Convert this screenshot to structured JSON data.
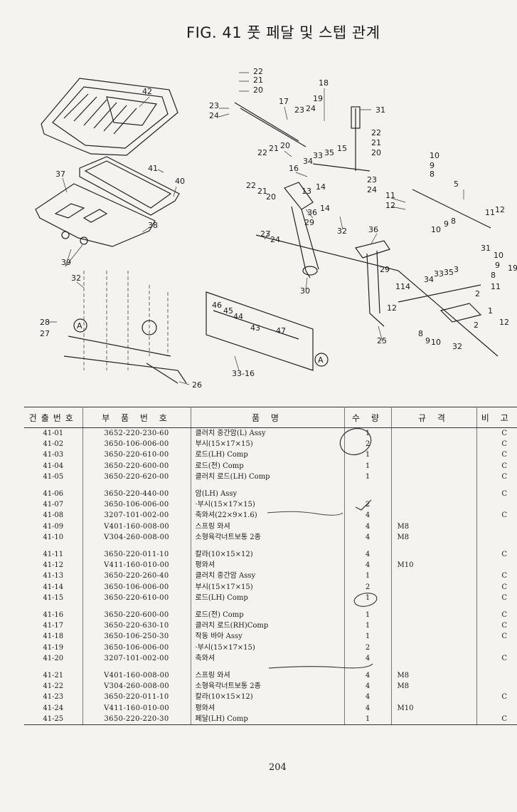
{
  "title": "FIG. 41 풋 페달 및 스텝 관계",
  "table": {
    "headers": [
      "건출번호",
      "부 품 번 호",
      "품 명",
      "수 량",
      "규 격",
      "비 고"
    ],
    "groups": [
      [
        {
          "no": "41-01",
          "part": "3652-220-230-60",
          "name": "클러치 중간암(L) Assy",
          "qty": "1",
          "spec": "",
          "remark": "C"
        },
        {
          "no": "41-02",
          "part": "3650-106-006-00",
          "name": "부시(15×17×15)",
          "qty": "2",
          "spec": "",
          "remark": "C"
        },
        {
          "no": "41-03",
          "part": "3650-220-610-00",
          "name": "로드(LH) Comp",
          "qty": "1",
          "spec": "",
          "remark": "C"
        },
        {
          "no": "41-04",
          "part": "3650-220-600-00",
          "name": "로드(전) Comp",
          "qty": "1",
          "spec": "",
          "remark": "C"
        },
        {
          "no": "41-05",
          "part": "3650-220-620-00",
          "name": "클러치 로드(LH) Comp",
          "qty": "1",
          "spec": "",
          "remark": "C"
        }
      ],
      [
        {
          "no": "41-06",
          "part": "3650-220-440-00",
          "name": "암(LH) Assy",
          "qty": "",
          "spec": "",
          "remark": "C"
        },
        {
          "no": "41-07",
          "part": "3650-106-006-00",
          "name": "·부시(15×17×15)",
          "qty": "2",
          "spec": "",
          "remark": ""
        },
        {
          "no": "41-08",
          "part": "3207-101-002-00",
          "name": "축와셔(22×9×1.6)",
          "qty": "4",
          "spec": "",
          "remark": "C"
        },
        {
          "no": "41-09",
          "part": "V401-160-008-00",
          "name": "스프링 와셔",
          "qty": "4",
          "spec": "M8",
          "remark": ""
        },
        {
          "no": "41-10",
          "part": "V304-260-008-00",
          "name": "소형육각너트보통 2종",
          "qty": "4",
          "spec": "M8",
          "remark": ""
        }
      ],
      [
        {
          "no": "41-11",
          "part": "3650-220-011-10",
          "name": "칼라(10×15×12)",
          "qty": "4",
          "spec": "",
          "remark": "C"
        },
        {
          "no": "41-12",
          "part": "V411-160-010-00",
          "name": "평와셔",
          "qty": "4",
          "spec": "M10",
          "remark": ""
        },
        {
          "no": "41-13",
          "part": "3650-220-260-40",
          "name": "클러치 중간암 Assy",
          "qty": "1",
          "spec": "",
          "remark": "C"
        },
        {
          "no": "41-14",
          "part": "3650-106-006-00",
          "name": "부시(15×17×15)",
          "qty": "2",
          "spec": "",
          "remark": "C"
        },
        {
          "no": "41-15",
          "part": "3650-220-610-00",
          "name": "로드(LH) Comp",
          "qty": "1",
          "spec": "",
          "remark": "C"
        }
      ],
      [
        {
          "no": "41-16",
          "part": "3650-220-600-00",
          "name": "로드(전) Comp",
          "qty": "1",
          "spec": "",
          "remark": "C"
        },
        {
          "no": "41-17",
          "part": "3650-220-630-10",
          "name": "클러치 로드(RH)Comp",
          "qty": "1",
          "spec": "",
          "remark": "C"
        },
        {
          "no": "41-18",
          "part": "3650-106-250-30",
          "name": "작동 바아 Assy",
          "qty": "1",
          "spec": "",
          "remark": "C"
        },
        {
          "no": "41-19",
          "part": "3650-106-006-00",
          "name": "·부시(15×17×15)",
          "qty": "2",
          "spec": "",
          "remark": ""
        },
        {
          "no": "41-20",
          "part": "3207-101-002-00",
          "name": "축와셔",
          "qty": "4",
          "spec": "",
          "remark": "C"
        }
      ],
      [
        {
          "no": "41-21",
          "part": "V401-160-008-00",
          "name": "스프링 와셔",
          "qty": "4",
          "spec": "M8",
          "remark": ""
        },
        {
          "no": "41-22",
          "part": "V304-260-008-00",
          "name": "소형육각너트보통 2종",
          "qty": "4",
          "spec": "M8",
          "remark": ""
        },
        {
          "no": "41-23",
          "part": "3650-220-011-10",
          "name": "칼라(10×15×12)",
          "qty": "4",
          "spec": "",
          "remark": "C"
        },
        {
          "no": "41-24",
          "part": "V411-160-010-00",
          "name": "평와셔",
          "qty": "4",
          "spec": "M10",
          "remark": ""
        },
        {
          "no": "41-25",
          "part": "3650-220-220-30",
          "name": "페달(LH) Comp",
          "qty": "1",
          "spec": "",
          "remark": "C"
        }
      ]
    ]
  },
  "page_number": "204"
}
